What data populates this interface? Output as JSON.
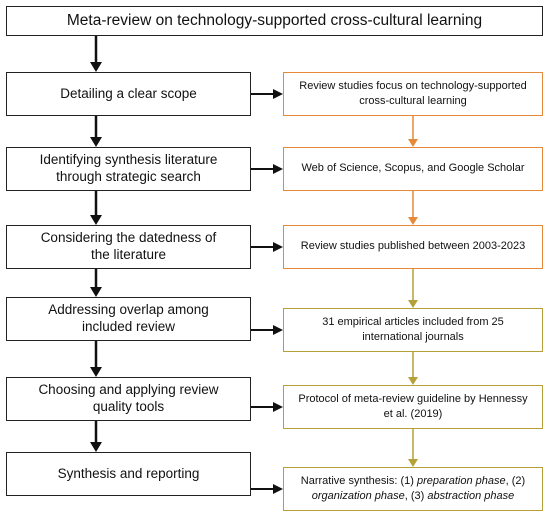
{
  "title": "Meta-review on technology-supported cross-cultural learning",
  "steps": [
    {
      "line1": "Detailing a clear scope",
      "line2": ""
    },
    {
      "line1": "Identifying synthesis literature",
      "line2": "through strategic search"
    },
    {
      "line1": "Considering the datedness of",
      "line2": "the literature"
    },
    {
      "line1": "Addressing overlap among",
      "line2": "included review"
    },
    {
      "line1": "Choosing and applying review",
      "line2": "quality tools"
    },
    {
      "line1": "Synthesis and reporting",
      "line2": ""
    }
  ],
  "outputs": [
    {
      "line1": "Review studies focus on technology-supported",
      "line2": "cross-cultural learning"
    },
    {
      "line1": "Web of Science, Scopus, and Google Scholar",
      "line2": ""
    },
    {
      "line1": "Review studies published between 2003-2023",
      "line2": ""
    },
    {
      "line1": "31 empirical articles included from 25",
      "line2": "international journals"
    },
    {
      "line1": "Protocol of meta-review guideline by  Hennessy",
      "line2": "et al. (2019)"
    },
    {
      "l1_a": "Narrative synthesis: (1) ",
      "l1_b": "preparation phase",
      "l1_c": ", (2)",
      "l2_a": "organization phase",
      "l2_b": ", (3) ",
      "l2_c": "abstraction phase"
    }
  ],
  "colors": {
    "box_border": "#222222",
    "arrow": "#111111",
    "orange": "#e58a3a",
    "olive": "#b5a03a"
  }
}
